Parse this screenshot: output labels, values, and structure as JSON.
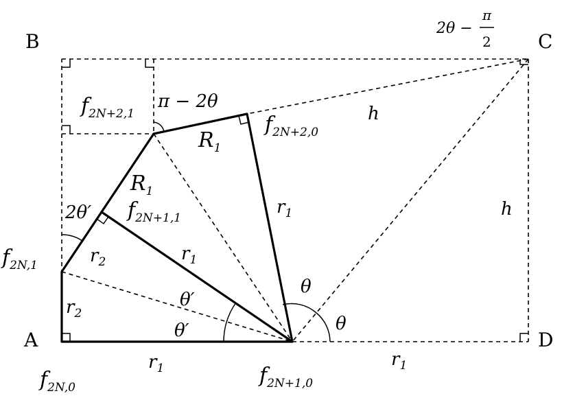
{
  "vertices": {
    "A": "A",
    "B": "B",
    "C": "C",
    "D": "D"
  },
  "nodes": {
    "f2N0": {
      "base": "f",
      "sub": "2N,0"
    },
    "f2N1": {
      "base": "f",
      "sub": "2N,1"
    },
    "f2N10": {
      "base": "f",
      "sub": "2N+1,0"
    },
    "f2N11": {
      "base": "f",
      "sub": "2N+1,1"
    },
    "f2N20": {
      "base": "f",
      "sub": "2N+2,0"
    },
    "f2N21": {
      "base": "f",
      "sub": "2N+2,1"
    }
  },
  "lengths": {
    "r1": {
      "base": "r",
      "sub": "1"
    },
    "r2": {
      "base": "r",
      "sub": "2"
    },
    "R1": {
      "base": "R",
      "sub": "1"
    },
    "h": "h"
  },
  "angles": {
    "theta": "θ",
    "theta_prime": "θ′",
    "two_theta_prime": "2θ′",
    "pi_minus_2theta": "π − 2θ",
    "two_theta": "2θ −",
    "pi": "π",
    "two": "2"
  }
}
